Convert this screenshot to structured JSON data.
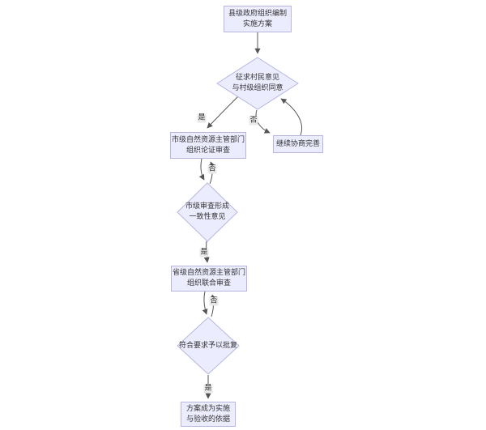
{
  "diagram": {
    "type": "flowchart",
    "direction": "top-down",
    "nodes": [
      {
        "id": "county-plan",
        "type": "process",
        "label": "县级政府组织编制\n实施方案"
      },
      {
        "id": "villager-consent",
        "type": "decision",
        "label": "征求村民意见\n与村级组织同意"
      },
      {
        "id": "continue-consult",
        "type": "process",
        "label": "继续协商完善"
      },
      {
        "id": "city-review",
        "type": "process",
        "label": "市级自然资源主管部门\n组织论证审查"
      },
      {
        "id": "city-consensus",
        "type": "decision",
        "label": "市级审查形成\n一致性意见"
      },
      {
        "id": "province-review",
        "type": "process",
        "label": "省级自然资源主管部门\n组织联合审查"
      },
      {
        "id": "meets-requirements",
        "type": "decision",
        "label": "符合要求予以批复"
      },
      {
        "id": "plan-basis",
        "type": "process",
        "label": "方案成为实施\n与验收的依据"
      }
    ],
    "edges": [
      {
        "from": "county-plan",
        "to": "villager-consent",
        "label": ""
      },
      {
        "from": "villager-consent",
        "to": "city-review",
        "label": "是"
      },
      {
        "from": "villager-consent",
        "to": "continue-consult",
        "label": "否"
      },
      {
        "from": "continue-consult",
        "to": "villager-consent",
        "label": ""
      },
      {
        "from": "city-review",
        "to": "city-consensus",
        "label": ""
      },
      {
        "from": "city-consensus",
        "to": "city-review",
        "label": "否"
      },
      {
        "from": "city-consensus",
        "to": "province-review",
        "label": "是"
      },
      {
        "from": "province-review",
        "to": "meets-requirements",
        "label": ""
      },
      {
        "from": "meets-requirements",
        "to": "province-review",
        "label": "否"
      },
      {
        "from": "meets-requirements",
        "to": "plan-basis",
        "label": "是"
      }
    ],
    "colors": {
      "node_fill": "#ECECFF",
      "node_border": "#B6B6E0",
      "edge": "#555555",
      "text": "#333333",
      "label_bg": "#E8E8E8"
    }
  }
}
